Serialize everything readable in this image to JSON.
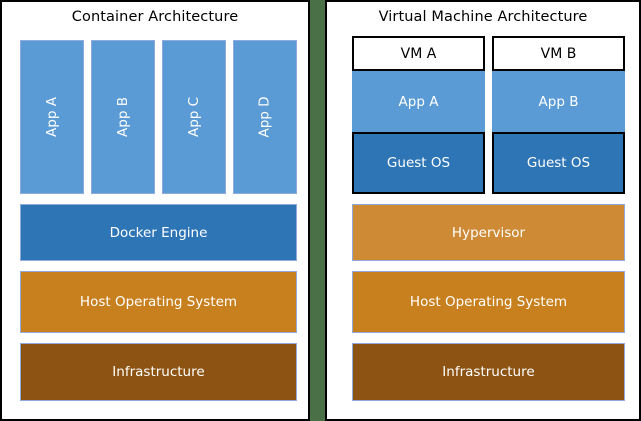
{
  "diagram": {
    "title_left": "Container Architecture",
    "title_right": "Virtual Machine Architecture",
    "divider_color": "#4a7048",
    "frame_color": "#000000",
    "background": "#ffffff"
  },
  "palette": {
    "app_blue": "#5b9bd5",
    "engine_blue": "#2e75b6",
    "guest_os_blue": "#2e75b6",
    "hypervisor_orange": "#ce8a35",
    "host_os_orange": "#c8801e",
    "infrastructure_brown": "#8c5312",
    "vm_header_white": "#ffffff",
    "box_border": "#8faadc",
    "text_on_fill": "#ffffff",
    "text_on_white": "#000000"
  },
  "container_panel": {
    "title": "Container Architecture",
    "apps": [
      {
        "label": "App A",
        "color": "#5b9bd5",
        "orientation": "vertical"
      },
      {
        "label": "App B",
        "color": "#5b9bd5",
        "orientation": "vertical"
      },
      {
        "label": "App C",
        "color": "#5b9bd5",
        "orientation": "vertical"
      },
      {
        "label": "App D",
        "color": "#5b9bd5",
        "orientation": "vertical"
      }
    ],
    "layers": [
      {
        "label": "Docker Engine",
        "color": "#2e75b6"
      },
      {
        "label": "Host Operating System",
        "color": "#c8801e"
      },
      {
        "label": "Infrastructure",
        "color": "#8c5312"
      }
    ]
  },
  "vm_panel": {
    "title": "Virtual Machine Architecture",
    "vms": [
      {
        "header": "VM A",
        "app": {
          "label": "App A",
          "color": "#5b9bd5"
        },
        "guest_os": {
          "label": "Guest OS",
          "color": "#2e75b6"
        }
      },
      {
        "header": "VM B",
        "app": {
          "label": "App B",
          "color": "#5b9bd5"
        },
        "guest_os": {
          "label": "Guest OS",
          "color": "#2e75b6"
        }
      }
    ],
    "layers": [
      {
        "label": "Hypervisor",
        "color": "#ce8a35"
      },
      {
        "label": "Host Operating System",
        "color": "#c8801e"
      },
      {
        "label": "Infrastructure",
        "color": "#8c5312"
      }
    ]
  }
}
